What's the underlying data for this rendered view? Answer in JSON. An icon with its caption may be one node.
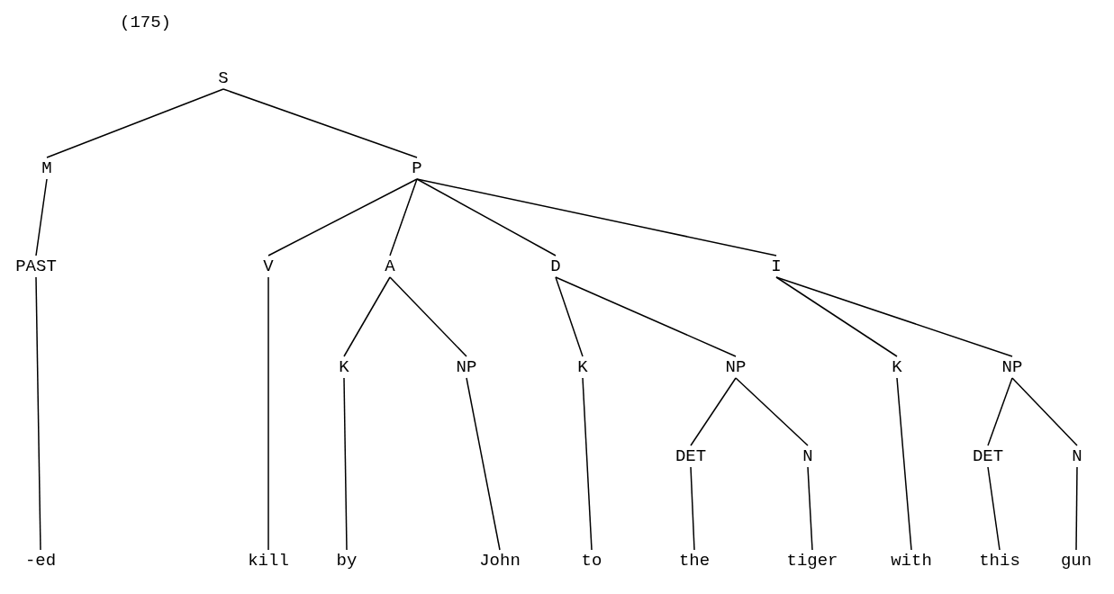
{
  "diagram": {
    "nodes": [
      {
        "text": [
          "S"
        ]
      },
      {
        "text": [
          "M"
        ]
      },
      {
        "text": [
          "P"
        ]
      },
      {
        "text": [
          "PAST"
        ]
      },
      {
        "text": [
          "V"
        ]
      },
      {
        "text": [
          "A"
        ]
      },
      {
        "text": [
          "D"
        ]
      },
      {
        "text": [
          "I"
        ]
      },
      {
        "text": [
          "K"
        ]
      },
      {
        "text": [
          "NP"
        ]
      },
      {
        "text": [
          "K"
        ]
      },
      {
        "text": [
          "NP"
        ]
      },
      {
        "text": [
          "K"
        ]
      },
      {
        "text": [
          "NP"
        ]
      },
      {
        "text": [
          "DET"
        ]
      },
      {
        "text": [
          "N"
        ]
      },
      {
        "text": [
          "DET"
        ]
      },
      {
        "text": [
          "N"
        ]
      },
      {
        "text": [
          "-ed"
        ]
      },
      {
        "text": [
          "kill"
        ]
      },
      {
        "text": [
          "by"
        ]
      },
      {
        "text": [
          "John"
        ]
      },
      {
        "text": [
          "to"
        ]
      },
      {
        "text": [
          "the"
        ]
      },
      {
        "text": [
          "tiger"
        ]
      },
      {
        "text": [
          "with"
        ]
      },
      {
        "text": [
          "this"
        ]
      },
      {
        "text": [
          "gun"
        ]
      }
    ],
    "edges": [
      {
        "from": 0,
        "to": 1,
        "arrow": "none"
      },
      {
        "from": 0,
        "to": 2,
        "arrow": "none"
      },
      {
        "from": 1,
        "to": 3,
        "arrow": "none"
      },
      {
        "from": 3,
        "to": 18,
        "arrow": "none"
      },
      {
        "from": 2,
        "to": 4,
        "arrow": "none"
      },
      {
        "from": 2,
        "to": 5,
        "arrow": "none"
      },
      {
        "from": 2,
        "to": 6,
        "arrow": "none"
      },
      {
        "from": 2,
        "to": 7,
        "arrow": "none"
      },
      {
        "from": 4,
        "to": 19,
        "arrow": "none"
      },
      {
        "from": 5,
        "to": 8,
        "arrow": "none"
      },
      {
        "from": 5,
        "to": 9,
        "arrow": "none"
      },
      {
        "from": 8,
        "to": 20,
        "arrow": "none"
      },
      {
        "from": 9,
        "to": 21,
        "arrow": "none"
      },
      {
        "from": 6,
        "to": 10,
        "arrow": "none"
      },
      {
        "from": 6,
        "to": 11,
        "arrow": "none"
      },
      {
        "from": 10,
        "to": 22,
        "arrow": "none"
      },
      {
        "from": 11,
        "to": 14,
        "arrow": "none"
      },
      {
        "from": 11,
        "to": 15,
        "arrow": "none"
      },
      {
        "from": 14,
        "to": 23,
        "arrow": "none"
      },
      {
        "from": 15,
        "to": 24,
        "arrow": "none"
      },
      {
        "from": 7,
        "to": 12,
        "arrow": "none"
      },
      {
        "from": 7,
        "to": 13,
        "arrow": "none"
      },
      {
        "from": 12,
        "to": 25,
        "arrow": "none"
      },
      {
        "from": 13,
        "to": 16,
        "arrow": "none"
      },
      {
        "from": 13,
        "to": 17,
        "arrow": "none"
      },
      {
        "from": 16,
        "to": 26,
        "arrow": "none"
      },
      {
        "from": 17,
        "to": 27,
        "arrow": "none"
      }
    ],
    "labels": [
      "(175)"
    ]
  }
}
